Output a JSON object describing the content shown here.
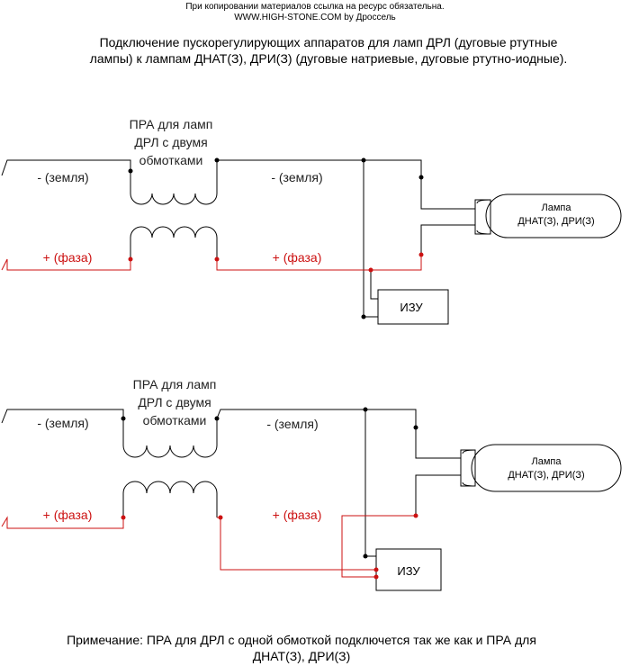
{
  "header": {
    "line1": "При копировании материалов ссылка на ресурс обязательна.",
    "line2": "WWW.HIGH-STONE.COM by Дроссель"
  },
  "title": {
    "line1": "Подключение пускорегулирующих аппаратов для ламп ДРЛ (дуговые ртутные",
    "line2": "лампы) к лампам ДНАТ(З), ДРИ(З) (дуговые натриевые, дуговые ртутно-иодные)."
  },
  "diagrams": [
    {
      "ballast_label": [
        "ПРА для ламп",
        "ДРЛ с двумя",
        "обмотками"
      ],
      "ground_label_left": "- (земля)",
      "ground_label_right": "- (земля)",
      "phase_label_left": "+ (фаза)",
      "phase_label_right": "+ (фаза)",
      "lamp_label": [
        "Лампа",
        "ДНАТ(З), ДРИ(З)"
      ],
      "igniter_label": "ИЗУ"
    },
    {
      "ballast_label": [
        "ПРА для ламп",
        "ДРЛ с двумя",
        "обмотками"
      ],
      "ground_label_left": "- (земля)",
      "ground_label_right": "- (земля)",
      "phase_label_left": "+ (фаза)",
      "phase_label_right": "+ (фаза)",
      "lamp_label": [
        "Лампа",
        "ДНАТ(З), ДРИ(З)"
      ],
      "igniter_label": "ИЗУ"
    }
  ],
  "note": {
    "line1": "Примечание: ПРА для ДРЛ с одной обмоткой подключется так же как и ПРА для",
    "line2": "ДНАТ(З), ДРИ(З)"
  },
  "colors": {
    "wire": "#000000",
    "phase": "#cc1111"
  }
}
